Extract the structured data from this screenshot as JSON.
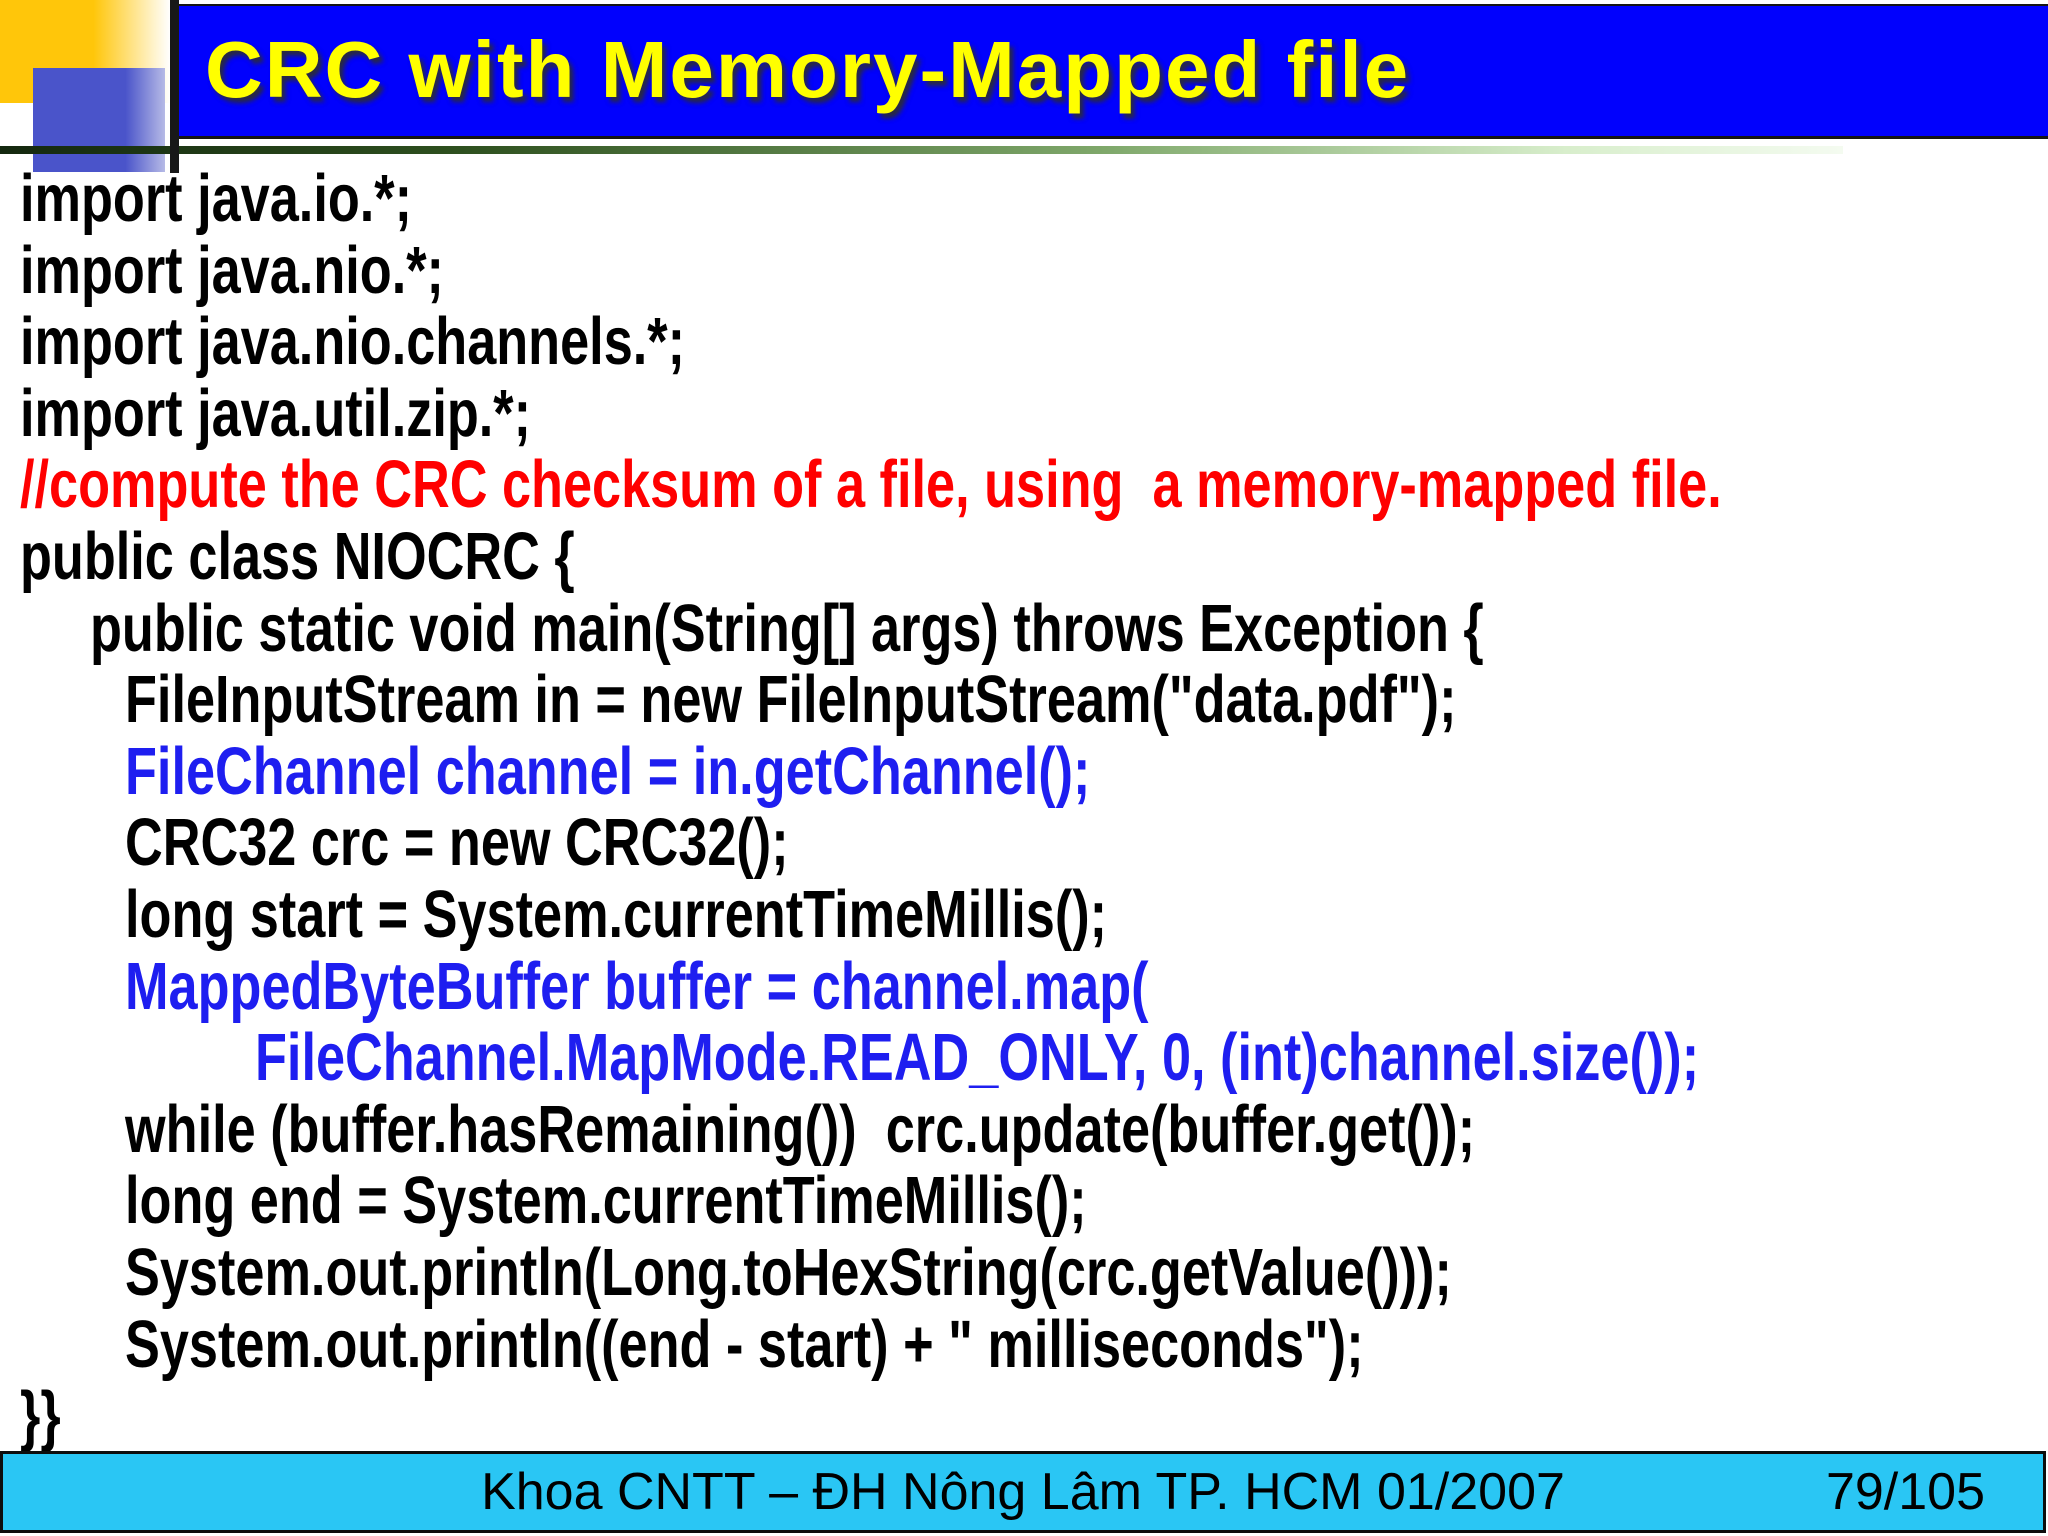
{
  "header": {
    "title": "CRC with Memory-Mapped file"
  },
  "colors": {
    "header_blue": "#0101FD",
    "title_yellow": "#FFFF00",
    "code_black": "#000000",
    "code_red": "#FF0000",
    "code_blue": "#1E1EF0",
    "footer_cyan": "#2AC6F4",
    "deco_amber": "#FFC60A",
    "deco_blue": "#4A54CA",
    "green_rule_dark": "#14280F",
    "green_rule_light": "#F4FBF0"
  },
  "code": {
    "lines": [
      {
        "text": "import java.io.*;",
        "color": "#000000",
        "indent": 20
      },
      {
        "text": "import java.nio.*;",
        "color": "#000000",
        "indent": 20
      },
      {
        "text": "import java.nio.channels.*;",
        "color": "#000000",
        "indent": 20
      },
      {
        "text": "import java.util.zip.*;",
        "color": "#000000",
        "indent": 20
      },
      {
        "text": "//compute the CRC checksum of a file, using  a memory-mapped file.",
        "color": "#FF0000",
        "indent": 20
      },
      {
        "text": "public class NIOCRC {",
        "color": "#000000",
        "indent": 20
      },
      {
        "text": "public static void main(String[] args) throws Exception {",
        "color": "#000000",
        "indent": 90
      },
      {
        "text": "FileInputStream in = new FileInputStream(\"data.pdf\");",
        "color": "#000000",
        "indent": 125
      },
      {
        "text": "FileChannel channel = in.getChannel();",
        "color": "#1E1EF0",
        "indent": 125
      },
      {
        "text": "CRC32 crc = new CRC32();",
        "color": "#000000",
        "indent": 125
      },
      {
        "text": "long start = System.currentTimeMillis();",
        "color": "#000000",
        "indent": 125
      },
      {
        "text": "MappedByteBuffer buffer = channel.map(",
        "color": "#1E1EF0",
        "indent": 125
      },
      {
        "text": "FileChannel.MapMode.READ_ONLY, 0, (int)channel.size());",
        "color": "#1E1EF0",
        "indent": 255
      },
      {
        "text": "while (buffer.hasRemaining())  crc.update(buffer.get());",
        "color": "#000000",
        "indent": 125
      },
      {
        "text": "long end = System.currentTimeMillis();",
        "color": "#000000",
        "indent": 125
      },
      {
        "text": "System.out.println(Long.toHexString(crc.getValue()));",
        "color": "#000000",
        "indent": 125
      },
      {
        "text": "System.out.println((end - start) + \" milliseconds\");",
        "color": "#000000",
        "indent": 125
      },
      {
        "text": "}}",
        "color": "#000000",
        "indent": 20
      }
    ]
  },
  "footer": {
    "text": "Khoa CNTT – ĐH Nông Lâm TP. HCM 01/2007",
    "page": "79/105"
  }
}
